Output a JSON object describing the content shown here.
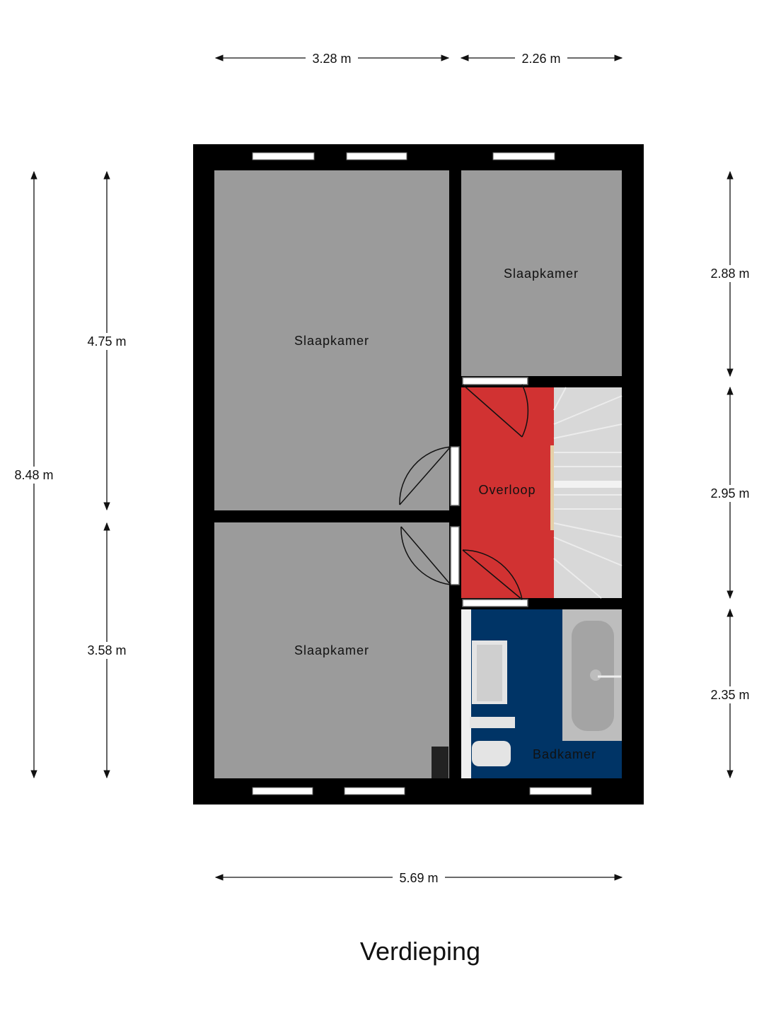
{
  "title": "Verdieping",
  "rooms": {
    "bedroom_large": "Slaapkamer",
    "bedroom_small": "Slaapkamer",
    "bedroom_bottom": "Slaapkamer",
    "landing": "Overloop",
    "bathroom": "Badkamer"
  },
  "dimensions": {
    "top_left": "3.28 m",
    "top_right": "2.26 m",
    "bottom_total": "5.69 m",
    "left_total": "8.48 m",
    "left_upper": "4.75 m",
    "left_lower": "3.58 m",
    "right_upper": "2.88 m",
    "right_middle": "2.95 m",
    "right_lower": "2.35 m"
  },
  "colors": {
    "wall": "#000000",
    "room": "#9b9b9b",
    "landing": "#d13232",
    "bathroom": "#003466",
    "stairs": "#d4d4d4",
    "fixture": "#e8e8e8"
  }
}
